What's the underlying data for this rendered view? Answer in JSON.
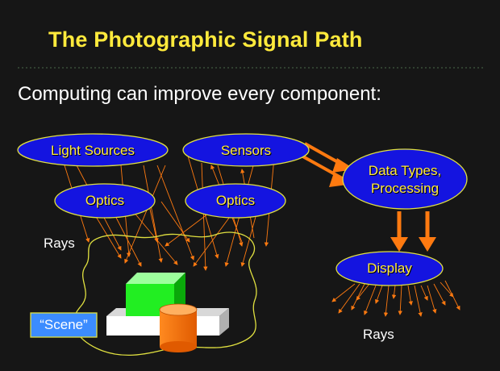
{
  "title": "The Photographic Signal Path",
  "subtitle": "Computing can improve every component:",
  "nodes": {
    "light_sources": "Light Sources",
    "sensors": "Sensors",
    "optics_left": "Optics",
    "optics_right": "Optics",
    "data_types": "Data Types,\nProcessing",
    "display": "Display"
  },
  "labels": {
    "rays_top": "Rays",
    "rays_bottom": "Rays",
    "scene": "“Scene”"
  },
  "colors": {
    "background": "#161616",
    "title": "#ffea3c",
    "ellipse_fill": "#1414e0",
    "ellipse_stroke": "#e0e040",
    "arrow": "#ff7a10",
    "green_cube": "#22ee22",
    "orange_cylinder": "#ff7a10",
    "scene_box": "#3c8cff"
  }
}
